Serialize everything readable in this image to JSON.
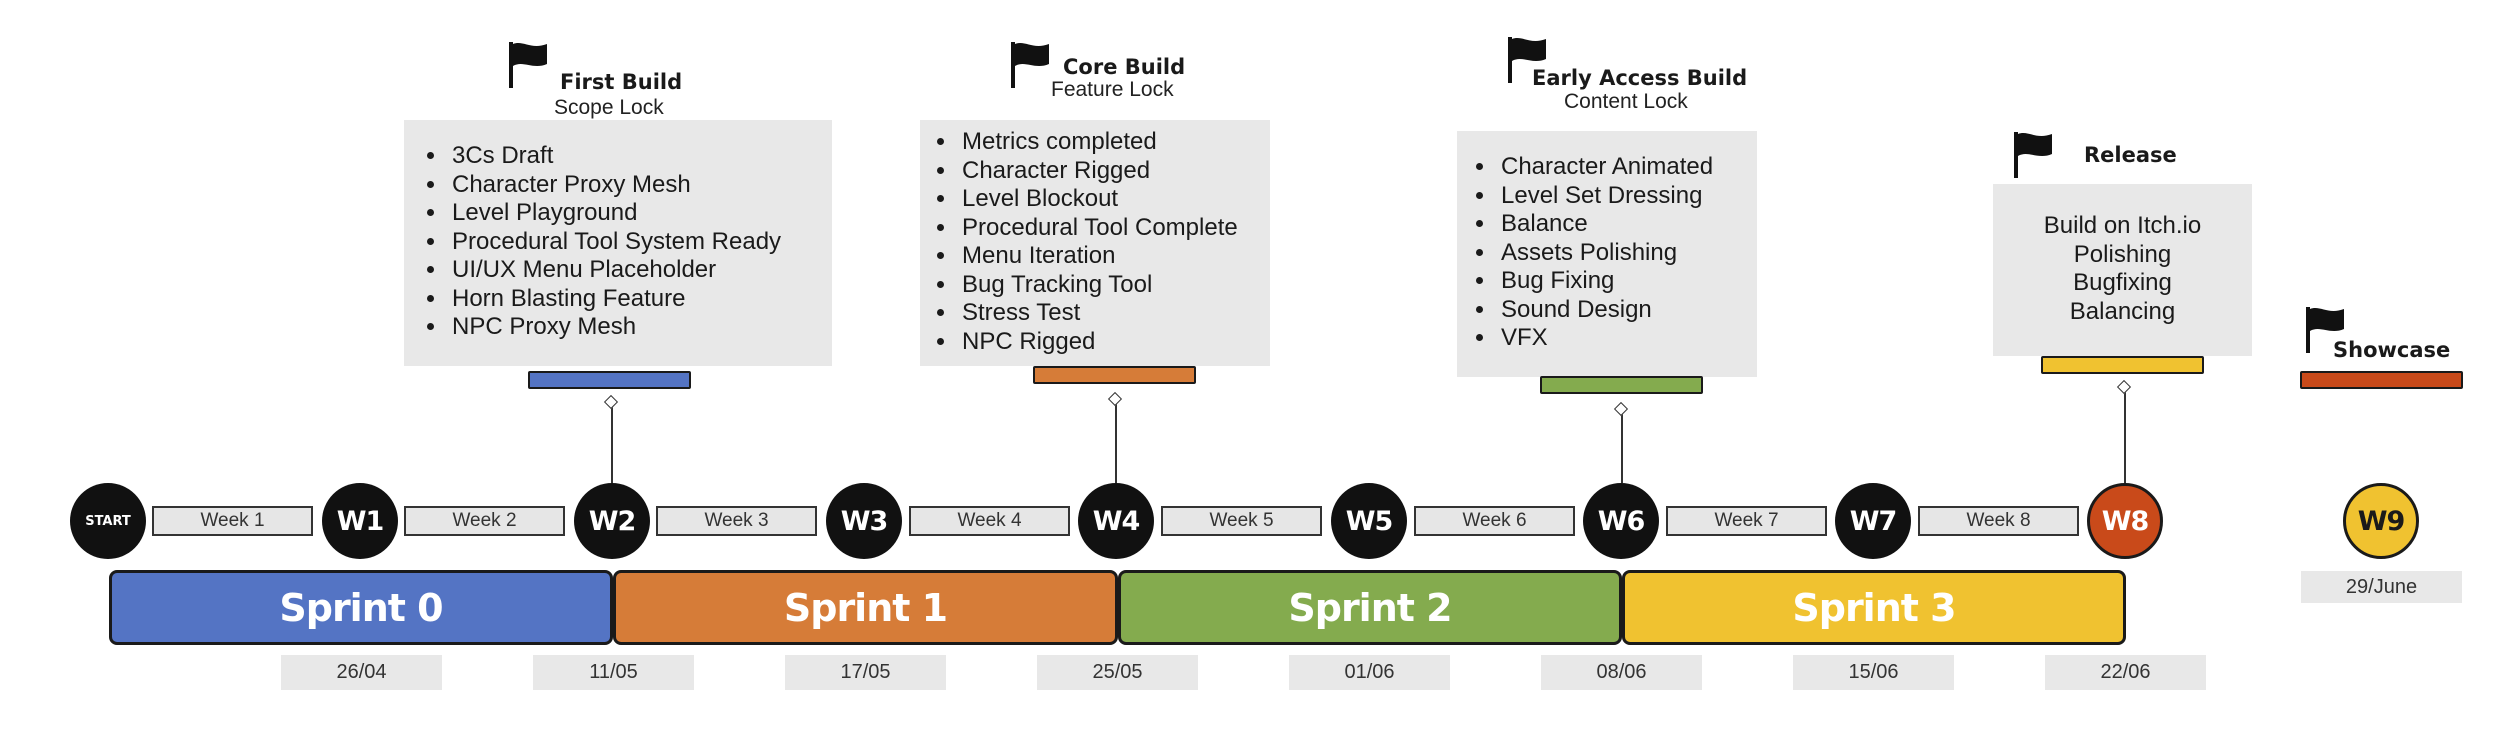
{
  "milestones": [
    {
      "title": "First Build",
      "subtitle": "Scope Lock",
      "items": [
        "3Cs Draft",
        "Character Proxy Mesh",
        "Level Playground",
        "Procedural Tool System Ready",
        "UI/UX Menu Placeholder",
        "Horn Blasting Feature",
        "NPC Proxy Mesh"
      ],
      "color": "#5474c4"
    },
    {
      "title": "Core Build",
      "subtitle": "Feature Lock",
      "items": [
        "Metrics completed",
        "Character Rigged",
        "Level Blockout",
        "Procedural Tool Complete",
        "Menu Iteration",
        "Bug Tracking Tool",
        "Stress Test",
        "NPC Rigged"
      ],
      "color": "#d67c38"
    },
    {
      "title": "Early Access Build",
      "subtitle": "Content Lock",
      "items": [
        "Character Animated",
        "Level Set Dressing",
        "Balance",
        "Assets Polishing",
        "Bug Fixing",
        "Sound Design",
        "VFX"
      ],
      "color": "#84ab4e"
    },
    {
      "title": "Release",
      "subtitle": "",
      "items": [
        "Build on Itch.io",
        "Polishing",
        "Bugfixing",
        "Balancing"
      ],
      "color": "#f0c230"
    },
    {
      "title": "Showcase",
      "subtitle": "",
      "items": [],
      "color": "#c94a1a"
    }
  ],
  "nodes": [
    "START",
    "W1",
    "W2",
    "W3",
    "W4",
    "W5",
    "W6",
    "W7",
    "W8",
    "W9"
  ],
  "weeks": [
    "Week 1",
    "Week 2",
    "Week 3",
    "Week 4",
    "Week 5",
    "Week 6",
    "Week 7",
    "Week 8"
  ],
  "sprints": [
    {
      "label": "Sprint 0",
      "color": "#5474c4"
    },
    {
      "label": "Sprint 1",
      "color": "#d67c38"
    },
    {
      "label": "Sprint 2",
      "color": "#84ab4e"
    },
    {
      "label": "Sprint 3",
      "color": "#f0c230"
    }
  ],
  "dates": [
    "26/04",
    "11/05",
    "17/05",
    "25/05",
    "01/06",
    "08/06",
    "15/06",
    "22/06",
    "29/June"
  ],
  "icons": {
    "milestone": "flag-icon"
  }
}
